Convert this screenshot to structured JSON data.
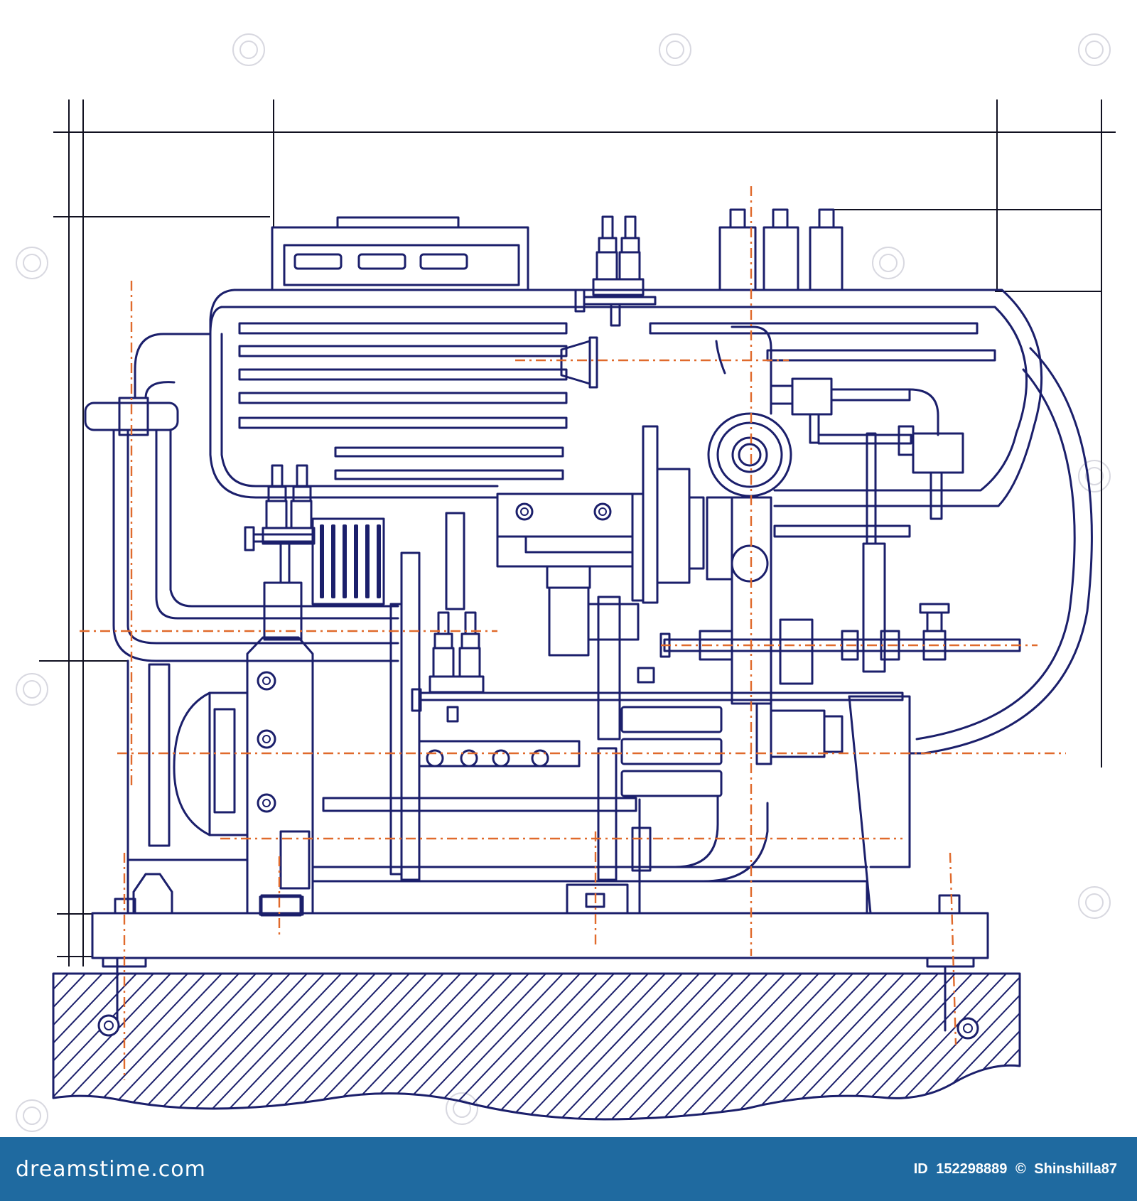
{
  "footer": {
    "logo_text": "dreamstime.com",
    "id_label": "ID",
    "id_number": "152298889",
    "copyright_symbol": "©",
    "author": "Shinshilla87"
  },
  "colors": {
    "ink": "#1b1f6b",
    "axis_lines": "#e06a2c",
    "footer_bar": "#1f6aa0",
    "background": "#ffffff"
  },
  "icons": {
    "watermark": "dreamstime-spiral-icon"
  }
}
